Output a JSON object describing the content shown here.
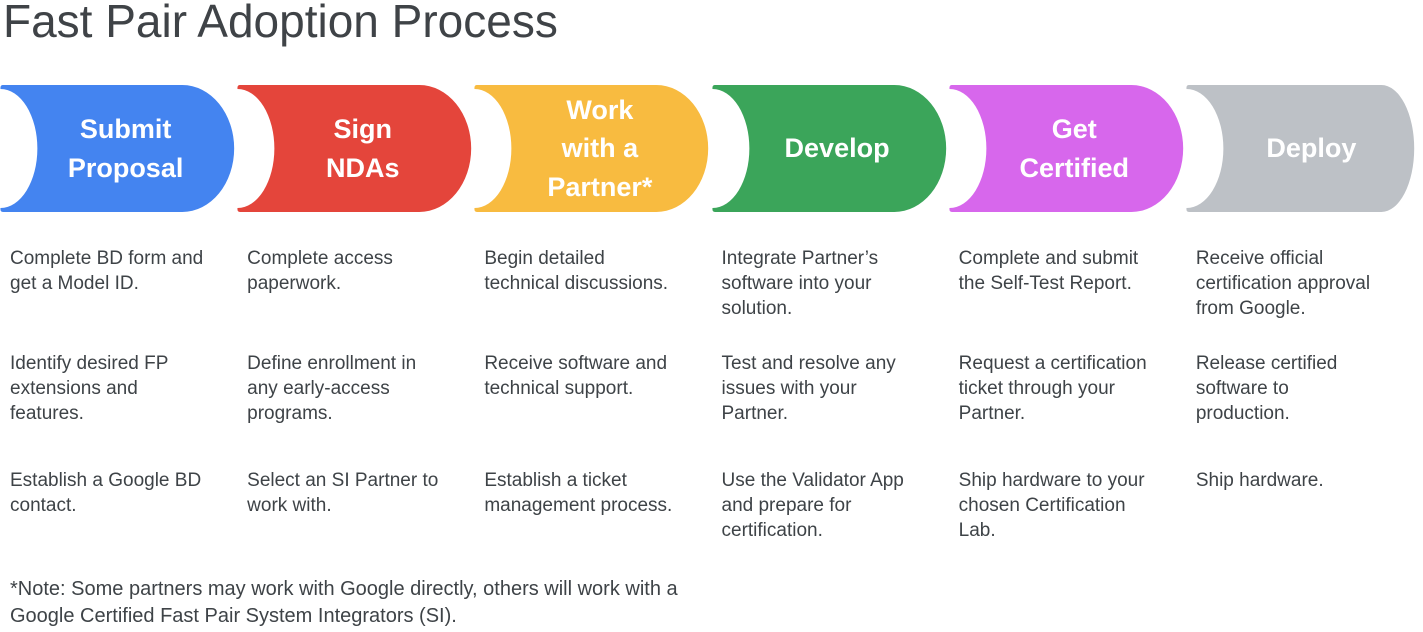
{
  "title": "Fast Pair Adoption Process",
  "note": "*Note: Some partners may work with Google directly, others will work with a\nGoogle Certified Fast Pair System Integrators (SI).",
  "colors": {
    "blue": "#4484F0",
    "red": "#E4453B",
    "yellow": "#F8BB40",
    "green": "#3BA55A",
    "magenta": "#D767EC",
    "gray": "#BDC1C6",
    "text": "#3E4347"
  },
  "steps": [
    {
      "label": "Submit\nProposal",
      "color": "#4484F0",
      "tasks": [
        "Complete BD form and\nget a Model ID.",
        "Identify desired FP\nextensions and\nfeatures.",
        "Establish a Google BD\ncontact."
      ]
    },
    {
      "label": "Sign\nNDAs",
      "color": "#E4453B",
      "tasks": [
        "Complete access\npaperwork.",
        "Define enrollment in\nany early-access\nprograms.",
        "Select an SI Partner to\nwork with."
      ]
    },
    {
      "label": "Work\nwith a\nPartner*",
      "color": "#F8BB40",
      "tasks": [
        "Begin detailed\ntechnical discussions.",
        "Receive software and\ntechnical support.",
        "Establish a ticket\nmanagement process."
      ]
    },
    {
      "label": "Develop",
      "color": "#3BA55A",
      "tasks": [
        "Integrate Partner’s\nsoftware into your\nsolution.",
        "Test and resolve any\nissues with your\nPartner.",
        "Use the Validator App\nand prepare for\ncertification."
      ]
    },
    {
      "label": "Get\nCertified",
      "color": "#D767EC",
      "tasks": [
        "Complete and submit\nthe Self-Test Report.",
        "Request a certification\nticket through your\nPartner.",
        "Ship hardware to your\nchosen Certification\nLab."
      ]
    },
    {
      "label": "Deploy",
      "color": "#BDC1C6",
      "tasks": [
        "Receive official\ncertification approval\nfrom Google.",
        "Release certified\nsoftware to\nproduction.",
        "Ship hardware."
      ]
    }
  ]
}
